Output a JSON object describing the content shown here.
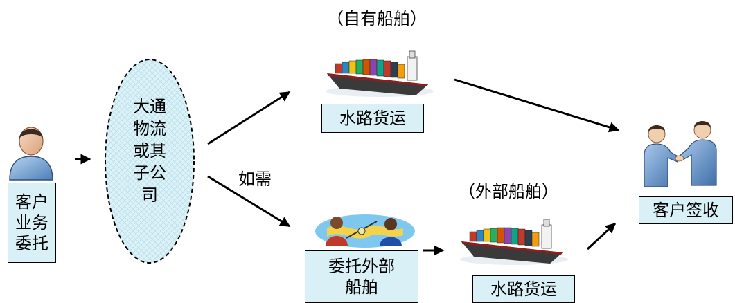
{
  "diagram": {
    "client_box": {
      "lines": [
        "客户",
        "业务",
        "委托"
      ]
    },
    "company_oval": {
      "lines": [
        "大通",
        "物流",
        "或其",
        "子公",
        "司"
      ]
    },
    "own_ship_caption": "（自有船舶）",
    "external_ship_caption": "（外部船舶）",
    "if_needed_label": "如需",
    "water_freight_top": "水路货运",
    "delegate_box": {
      "lines": [
        "委托外部",
        "船舶"
      ]
    },
    "water_freight_bottom": "水路货运",
    "customer_sign_box": "客户签收"
  },
  "icons": {
    "client": "person-icon",
    "ship_top": "container-ship-icon",
    "ship_bottom": "container-ship-icon",
    "negotiation": "people-globe-icon",
    "handshake": "handshake-icon"
  },
  "colors": {
    "box_fill": "#d9f1f6",
    "person_blue": "#7ea9d8",
    "hull": "#3a3a3a",
    "water": "#e9eef3"
  }
}
